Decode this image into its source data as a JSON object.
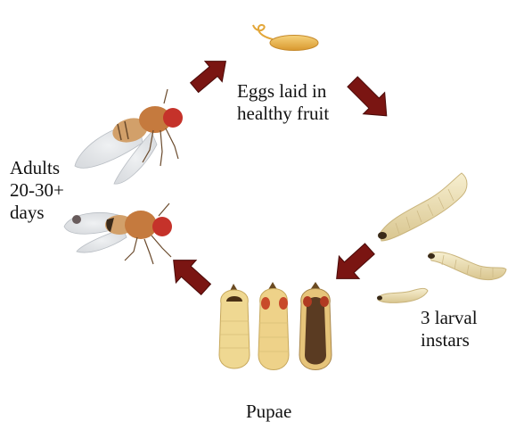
{
  "labels": {
    "eggs": [
      "Eggs laid in",
      "healthy fruit"
    ],
    "adults": [
      "Adults",
      "20-30+",
      "days"
    ],
    "larval": [
      "3 larval",
      "instars"
    ],
    "pupae": [
      "Pupae"
    ]
  },
  "colors": {
    "arrow": "#7a1512",
    "arrow_dark": "#4a0a08",
    "egg": "#e8b454",
    "larva": "#efe2b8",
    "pupa_light": "#ecd388",
    "pupa_dark": "#5a3b22",
    "fly_body": "#c57a3e",
    "fly_eye": "#c5322a"
  }
}
